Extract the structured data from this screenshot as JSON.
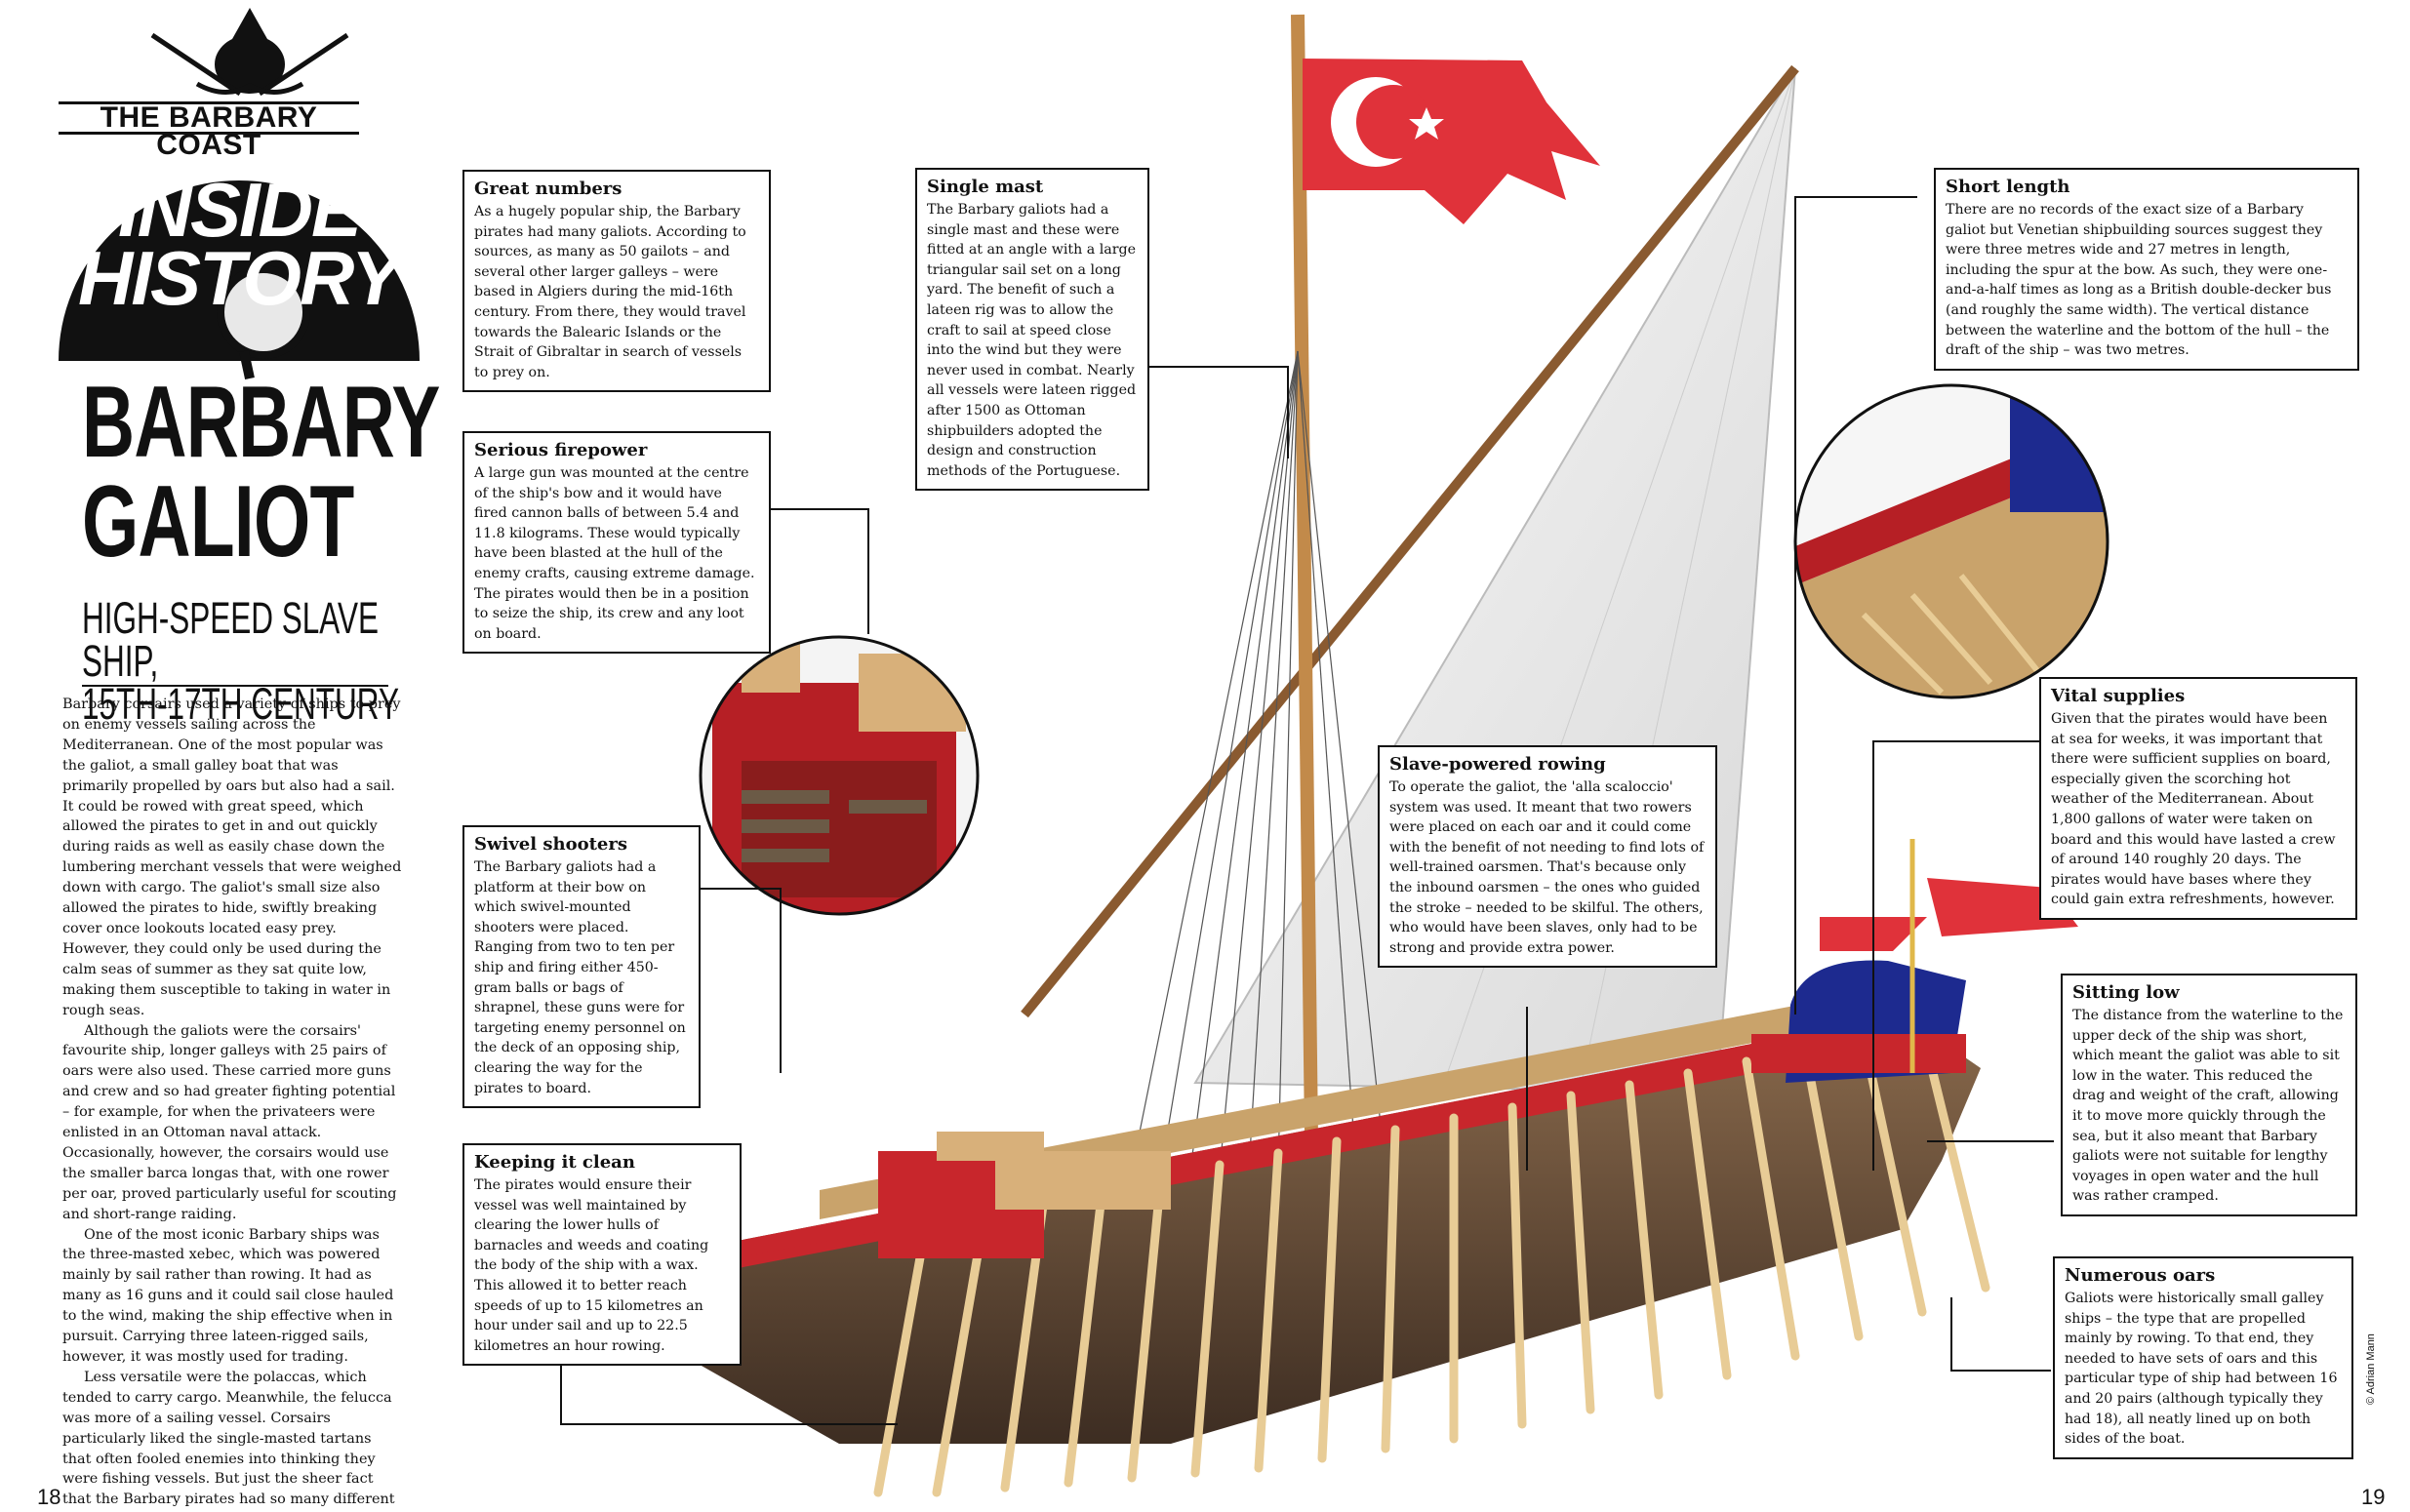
{
  "series": {
    "label": "THE BARBARY COAST",
    "logo_text_line1": "INSIDE",
    "logo_text_line2": "HISTORY"
  },
  "article": {
    "title_line1": "BARBARY",
    "title_line2": "GALIOT",
    "subtitle_line1": "HIGH-SPEED SLAVE SHIP,",
    "subtitle_line2": "15TH-17TH CENTURY",
    "paragraphs": [
      "Barbary corsairs used a variety of ships to prey on enemy vessels sailing across the Mediterranean. One of the most popular was the galiot, a small galley boat that was primarily propelled by oars but also had a sail. It could be rowed with great speed, which allowed the pirates to get in and out quickly during raids as well as easily chase down the lumbering merchant vessels that were weighed down with cargo. The galiot's small size also allowed the pirates to hide, swiftly breaking cover once lookouts located easy prey. However, they could only be used during the calm seas of summer as they sat quite low, making them susceptible to taking in water in rough seas.",
      "Although the galiots were the corsairs' favourite ship, longer galleys with 25 pairs of oars were also used. These carried more guns and crew and so had greater fighting potential – for example, for when the privateers were enlisted in an Ottoman naval attack. Occasionally, however, the corsairs would use the smaller barca longas that, with one rower per oar, proved particularly useful for scouting and short-range raiding.",
      "One of the most iconic Barbary ships was the three-masted xebec, which was powered mainly by sail rather than rowing. It had as many as 16 guns and it could sail close hauled to the wind, making the ship effective when in pursuit. Carrying three lateen-rigged sails, however, it was mostly used for trading.",
      "Less versatile were the polaccas, which tended to carry cargo. Meanwhile, the felucca was more of a sailing vessel. Corsairs particularly liked the single-masted tartans that often fooled enemies into thinking they were fishing vessels. But just the sheer fact that the Barbary pirates had so many different kinds of ships showed how well equipped they were."
    ],
    "page_left": "18",
    "page_right": "19",
    "credit": "© Adrian Mann"
  },
  "callouts": {
    "great_numbers": {
      "title": "Great numbers",
      "body": "As a hugely popular ship, the Barbary pirates had many galiots. According to sources, as many as 50 gailots – and several other larger galleys – were based in Algiers during the mid-16th century. From there, they would travel towards the Balearic Islands or the Strait of Gibraltar in search of vessels to prey on."
    },
    "serious_firepower": {
      "title": "Serious firepower",
      "body": "A large gun was mounted at the centre of the ship's bow and it would have fired cannon balls of between 5.4 and 11.8 kilograms. These would typically have been blasted at the hull of the enemy crafts, causing extreme damage. The pirates would then be in a position to seize the ship, its crew and any loot on board."
    },
    "swivel_shooters": {
      "title": "Swivel shooters",
      "body": "The Barbary galiots had a platform at their bow on which swivel-mounted shooters were placed. Ranging from two to ten per ship and firing either 450-gram balls or bags of shrapnel, these guns were for targeting enemy personnel on the deck of an opposing ship, clearing the way for the pirates to board."
    },
    "keeping_clean": {
      "title": "Keeping it clean",
      "body": "The pirates would ensure their vessel was well maintained by clearing the lower hulls of barnacles and weeds and coating the body of the ship with a wax. This allowed it to better reach speeds of up to 15 kilometres an hour under sail and up to 22.5 kilometres an hour rowing."
    },
    "single_mast": {
      "title": "Single mast",
      "body": "The Barbary galiots had a single mast and these were fitted at an angle with a large triangular sail set on a long yard. The benefit of such a lateen rig was to allow the craft to sail at speed close into the wind but they were never used in combat. Nearly all vessels were lateen rigged after 1500 as Ottoman shipbuilders adopted the design and construction methods of the Portuguese."
    },
    "slave_rowing": {
      "title": "Slave-powered rowing",
      "body": "To operate the galiot, the 'alla scaloccio' system was used. It meant that two rowers were placed on each oar and it could come with the benefit of not needing to find lots of well-trained oarsmen. That's because only the inbound oarsmen – the ones who guided the stroke – needed to be skilful. The others, who would have been slaves, only had to be strong and provide extra power."
    },
    "short_length": {
      "title": "Short length",
      "body": "There are no records of the exact size of a Barbary galiot but Venetian shipbuilding sources suggest they were three metres wide and 27 metres in length, including the spur at the bow. As such, they were one-and-a-half times as long as a British double-decker bus (and roughly the same width). The vertical distance between the waterline and the bottom of the hull – the draft of the ship – was two metres."
    },
    "vital_supplies": {
      "title": "Vital supplies",
      "body": "Given that the pirates would have been at sea for weeks, it was important that there were sufficient supplies on board, especially given the scorching hot weather of the Mediterranean. About 1,800 gallons of water were taken on board and this would have lasted a crew of around 140 roughly 20 days. The pirates would have bases where they could gain extra refreshments, however."
    },
    "sitting_low": {
      "title": "Sitting low",
      "body": "The distance from the waterline to the upper deck of the ship was short, which meant the galiot was able to sit low in the water. This reduced the drag and weight of the craft, allowing it to move more quickly through the sea, but it also meant that Barbary galiots were not suitable for lengthy voyages in open water and the hull was rather cramped."
    },
    "numerous_oars": {
      "title": "Numerous oars",
      "body": "Galiots were historically small galley ships – the type that are propelled mainly by rowing. To that end, they needed to have sets of oars and this particular type of ship had between 16 and 20 pairs (although typically they had 18), all neatly lined up on both sides of the boat."
    }
  },
  "colors": {
    "flag_red": "#e0323a",
    "hull_red": "#c8262c",
    "wood": "#c9a36b",
    "hull_dark": "#5a4433",
    "sail": "#eeeeee",
    "canopy_blue": "#1d2a8f"
  }
}
